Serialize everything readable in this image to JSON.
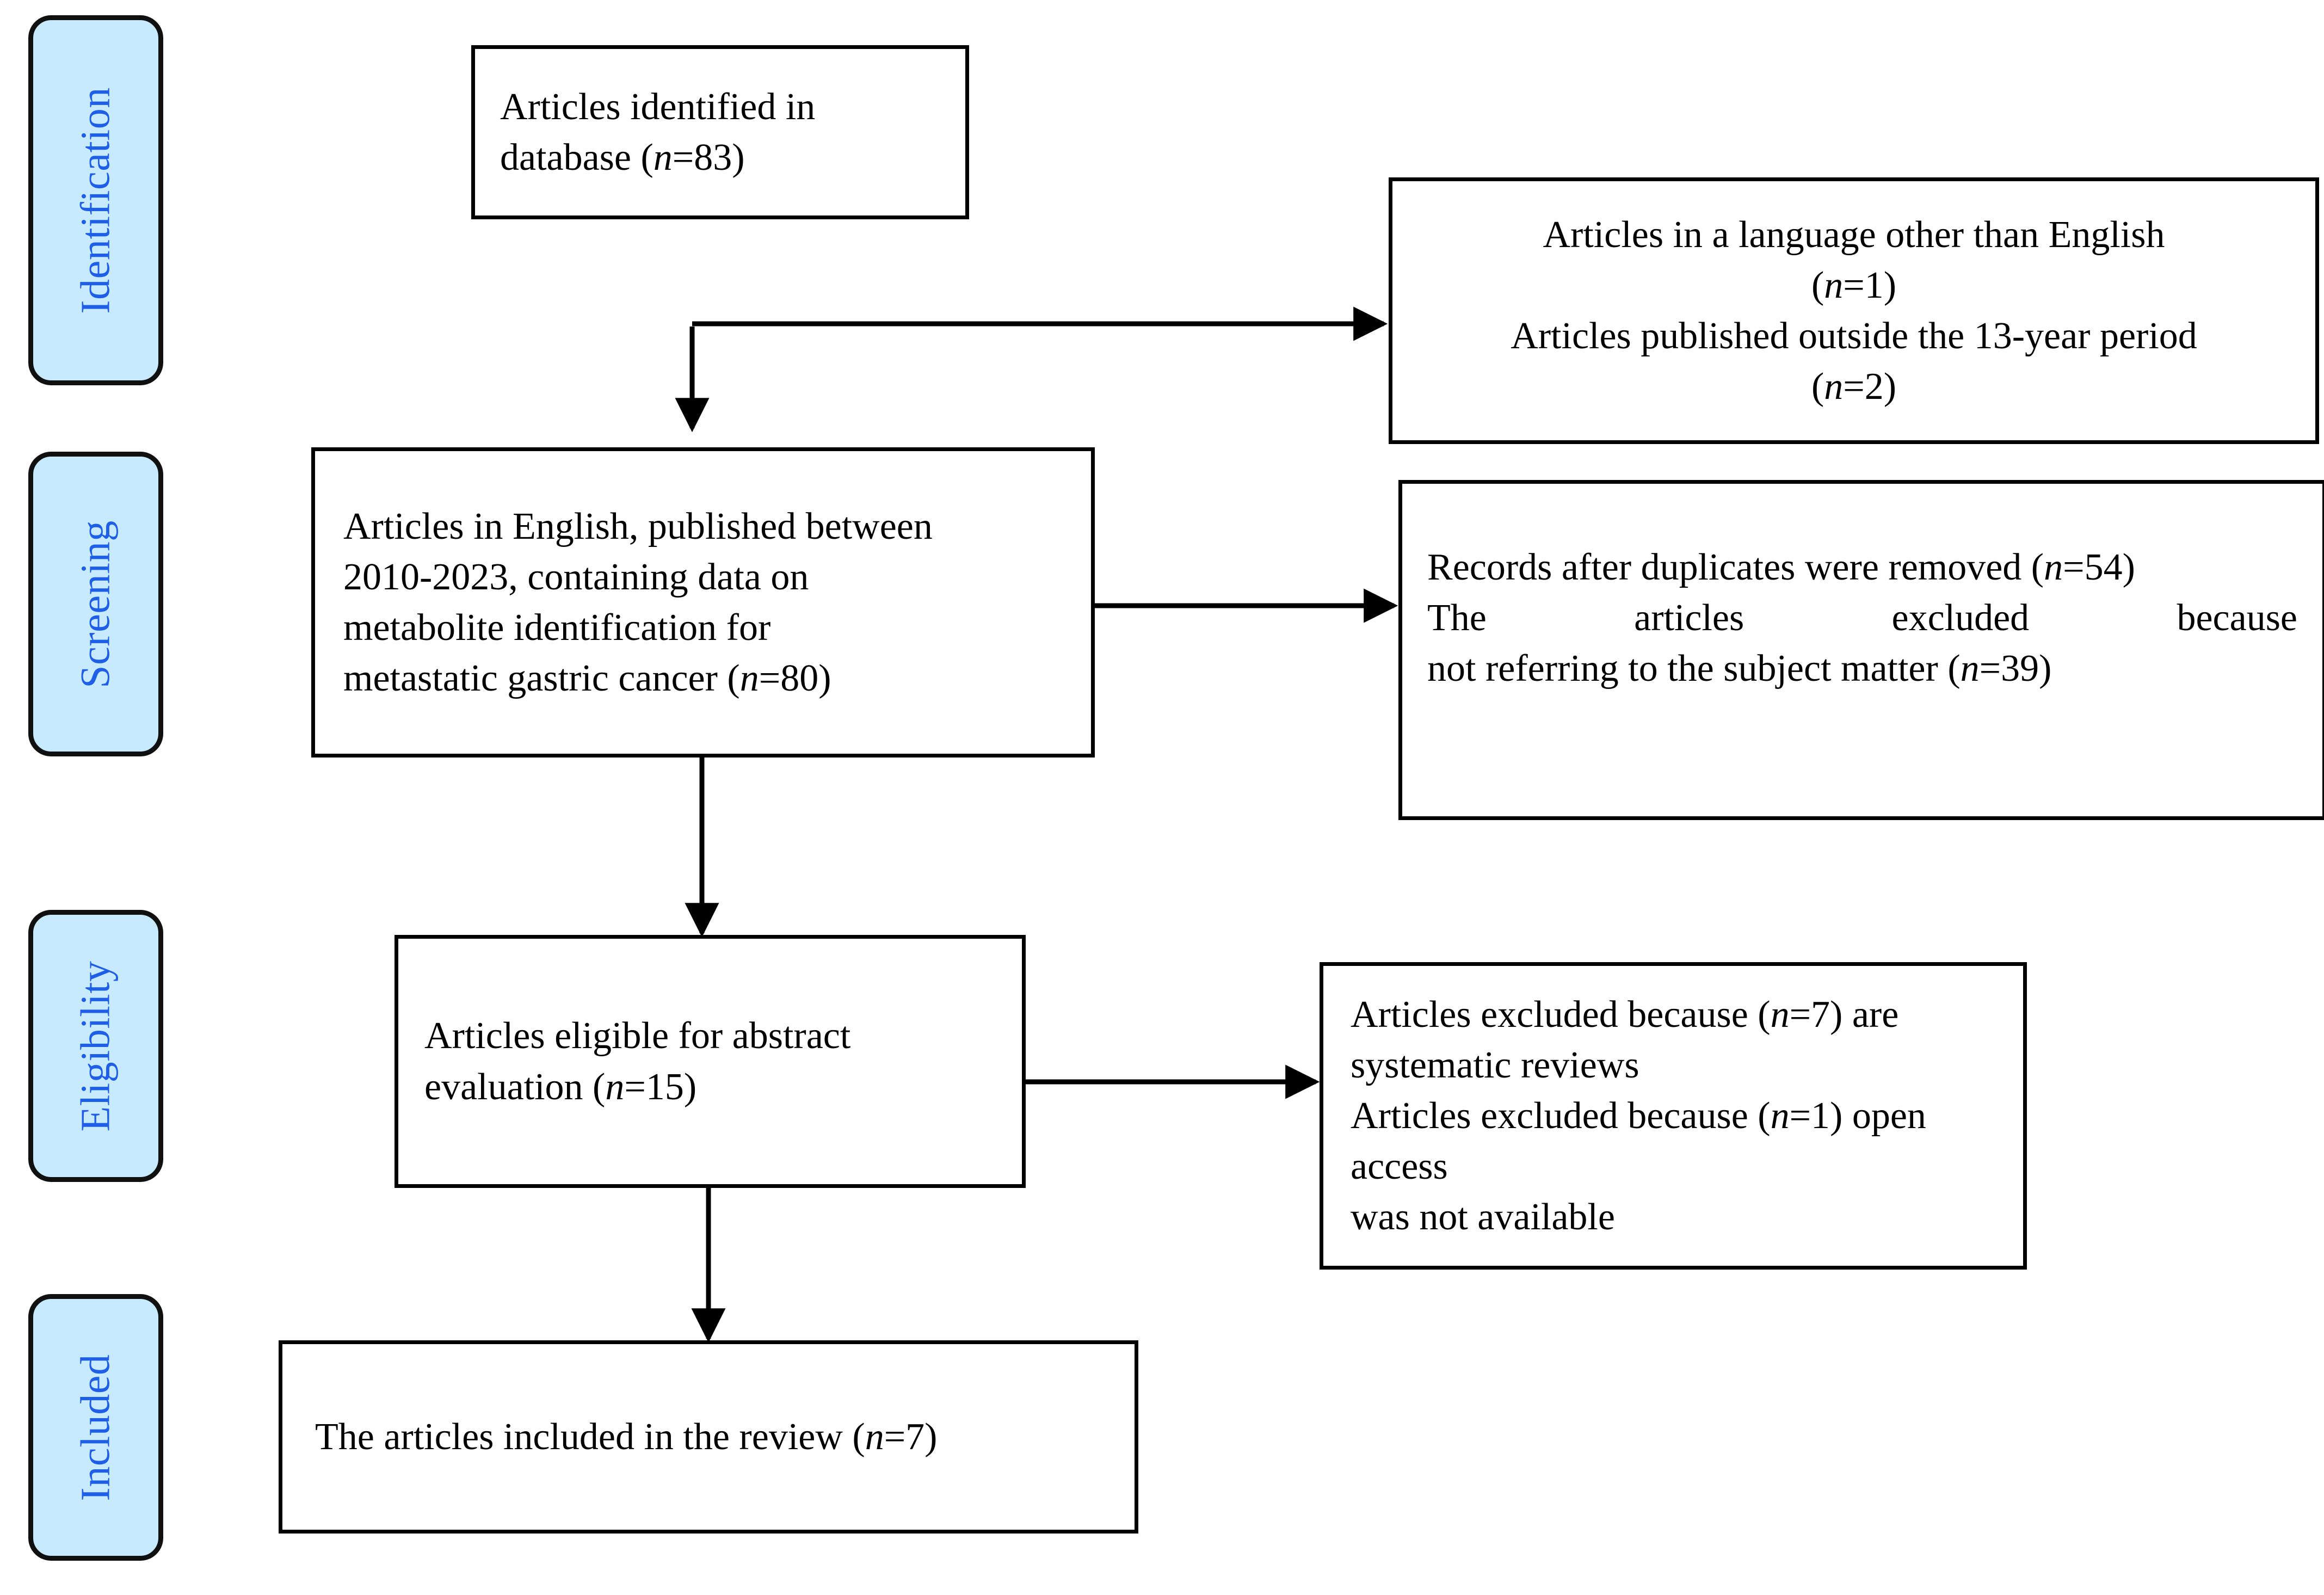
{
  "diagram": {
    "type": "prisma-flow-diagram",
    "accent_blue_text": "#1f5fe8",
    "accent_blue_fill": "#c8eaff",
    "line_color": "#000000",
    "background": "#ffffff"
  },
  "stages": [
    {
      "id": "identification",
      "label": "Identification"
    },
    {
      "id": "screening",
      "label": "Screening"
    },
    {
      "id": "eligibility",
      "label": "Eligibility"
    },
    {
      "id": "included",
      "label": "Included"
    }
  ],
  "flow_boxes": {
    "identified": {
      "line1": "Articles identified in",
      "line2_pre": "database (",
      "line2_n": "n",
      "line2_post": "=83)",
      "n_value": 83,
      "align": "left"
    },
    "screened": {
      "line1": "Articles in English, published between",
      "line2": "2010-2023, containing data on",
      "line3": "metabolite identification for",
      "line4_pre": "metastatic gastric cancer (",
      "line4_n": "n",
      "line4_post": "=80)",
      "n_value": 80,
      "align": "left"
    },
    "eligible": {
      "line1": "Articles eligible for abstract",
      "line2_pre": "evaluation (",
      "line2_n": "n",
      "line2_post": "=15)",
      "n_value": 15,
      "align": "justify"
    },
    "included": {
      "line1_pre": "The articles included in the review (",
      "line1_n": "n",
      "line1_post": "=7)",
      "n_value": 7,
      "align": "left"
    }
  },
  "exclusion_boxes": {
    "identification_excluded": {
      "line1": "Articles in a language other than English",
      "line2_pre": "(",
      "line2_n": "n",
      "line2_post": "=1)",
      "line3": "Articles published outside the 13-year period",
      "line4_pre": "(",
      "line4_n": "n",
      "line4_post": "=2)",
      "n_language": 1,
      "n_outside_period": 2,
      "align": "center"
    },
    "screening_excluded": {
      "line1_pre": "Records after duplicates were removed (",
      "line1_n": "n",
      "line1_post": "=54)",
      "line2": "The articles excluded because",
      "line3_pre": "not referring to the subject matter (",
      "line3_n": "n",
      "line3_post": "=39)",
      "n_after_duplicates": 54,
      "n_not_subject": 39,
      "align": "justify"
    },
    "eligibility_excluded": {
      "line1_pre": "Articles excluded because (",
      "line1_n": "n",
      "line1_post": "=7) are",
      "line2": "systematic reviews",
      "line3_pre": "Articles excluded because (",
      "line3_n": "n",
      "line3_post": "=1) open access",
      "line4": "was not available",
      "n_systematic_reviews": 7,
      "n_no_open_access": 1,
      "align": "left"
    }
  },
  "connectors": [
    {
      "id": "identified-to-screened",
      "kind": "vertical-arrow"
    },
    {
      "id": "identified-to-identification-excl",
      "kind": "horizontal-arrow"
    },
    {
      "id": "screened-to-screening-excl",
      "kind": "horizontal-arrow"
    },
    {
      "id": "screened-to-eligible",
      "kind": "vertical-arrow"
    },
    {
      "id": "eligible-to-eligibility-excl",
      "kind": "horizontal-arrow"
    },
    {
      "id": "eligible-to-included",
      "kind": "vertical-arrow"
    }
  ]
}
